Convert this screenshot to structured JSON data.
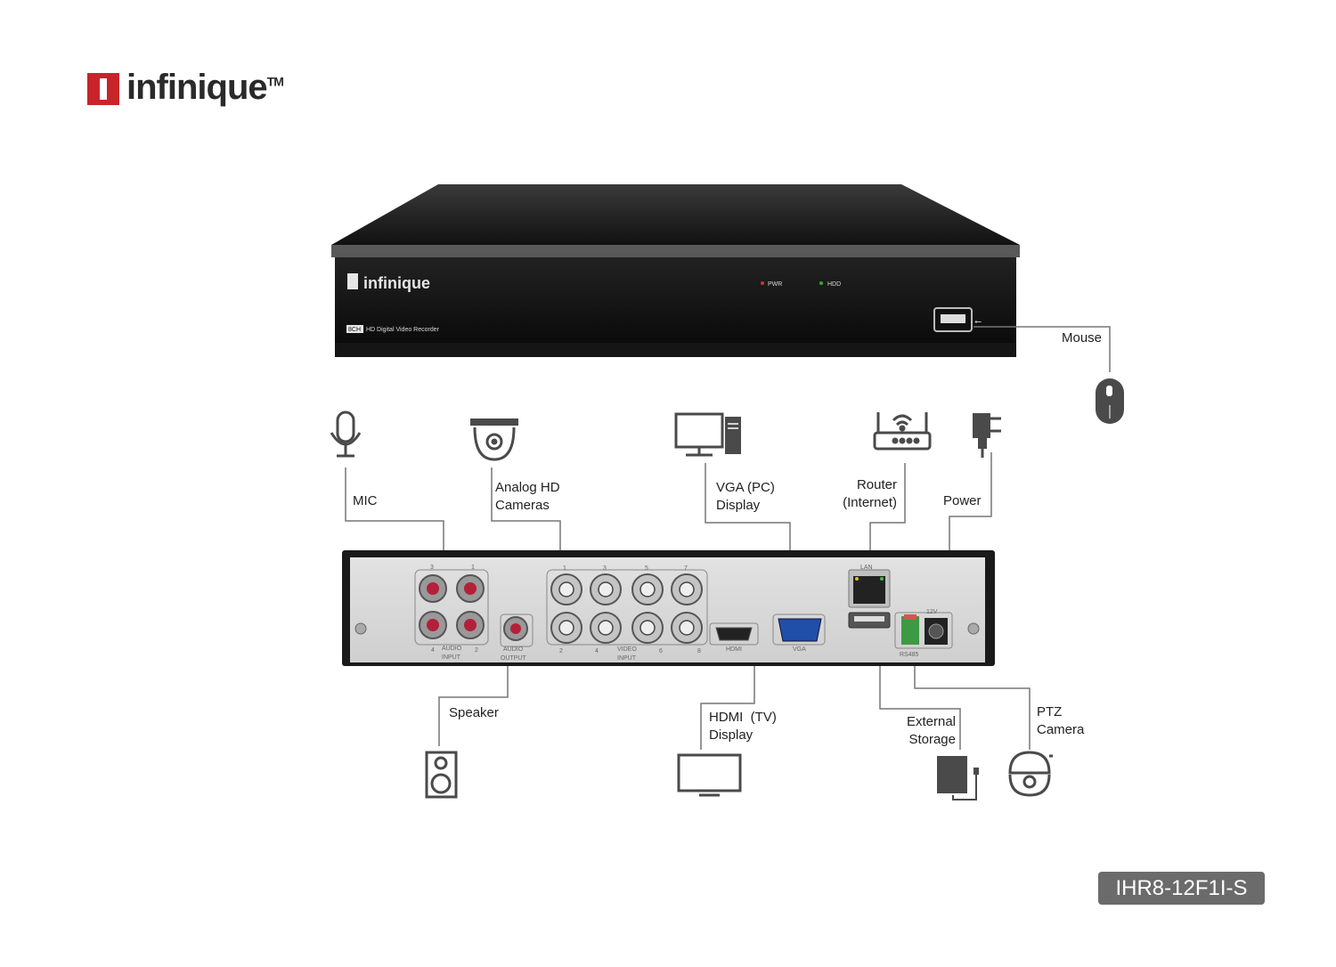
{
  "brand": {
    "name": "infinique",
    "tm": "TM"
  },
  "device": {
    "front_logo": "infinique",
    "channel_badge": "8CH",
    "front_caption": "HD Digital Video Recorder",
    "led_pwr": "PWR",
    "led_hdd": "HDD"
  },
  "rear_panel": {
    "audio_input": [
      "AUDIO",
      "INPUT"
    ],
    "audio_output": [
      "AUDIO",
      "OUTPUT"
    ],
    "video_input": [
      "VIDEO",
      "INPUT"
    ],
    "hdmi": "HDMI",
    "vga": "VGA",
    "lan": "LAN",
    "rs485": "RS485",
    "power_rating": "12V",
    "audio_numbers_top": [
      "3",
      "1"
    ],
    "audio_numbers_bottom": [
      "4",
      "2"
    ],
    "video_numbers_top": [
      "1",
      "3",
      "5",
      "7"
    ],
    "video_numbers_bottom": [
      "2",
      "4",
      "6",
      "8"
    ]
  },
  "labels": {
    "mouse": "Mouse",
    "mic": "MIC",
    "analog_hd_cameras": [
      "Analog HD",
      "Cameras"
    ],
    "vga_display": [
      "VGA (PC)",
      "Display"
    ],
    "router": [
      "Router",
      "(Internet)"
    ],
    "power": "Power",
    "speaker": "Speaker",
    "hdmi_display": [
      "HDMI  (TV)",
      "Display"
    ],
    "external_storage": [
      "External",
      "Storage"
    ],
    "ptz_camera": [
      "PTZ",
      "Camera"
    ]
  },
  "icons": [
    "mouse-icon",
    "microphone-icon",
    "dome-camera-icon",
    "pc-monitor-icon",
    "router-icon",
    "power-adapter-icon",
    "speaker-icon",
    "tv-icon",
    "external-storage-icon",
    "ptz-camera-icon"
  ],
  "model": "IHR8-12F1I-S",
  "colors": {
    "brand_red": "#c8242b",
    "badge_gray": "#6b6b6b",
    "vga_blue": "#1f4fa8",
    "rca_red": "#b3203a",
    "rs485_green": "#3c9a44"
  }
}
